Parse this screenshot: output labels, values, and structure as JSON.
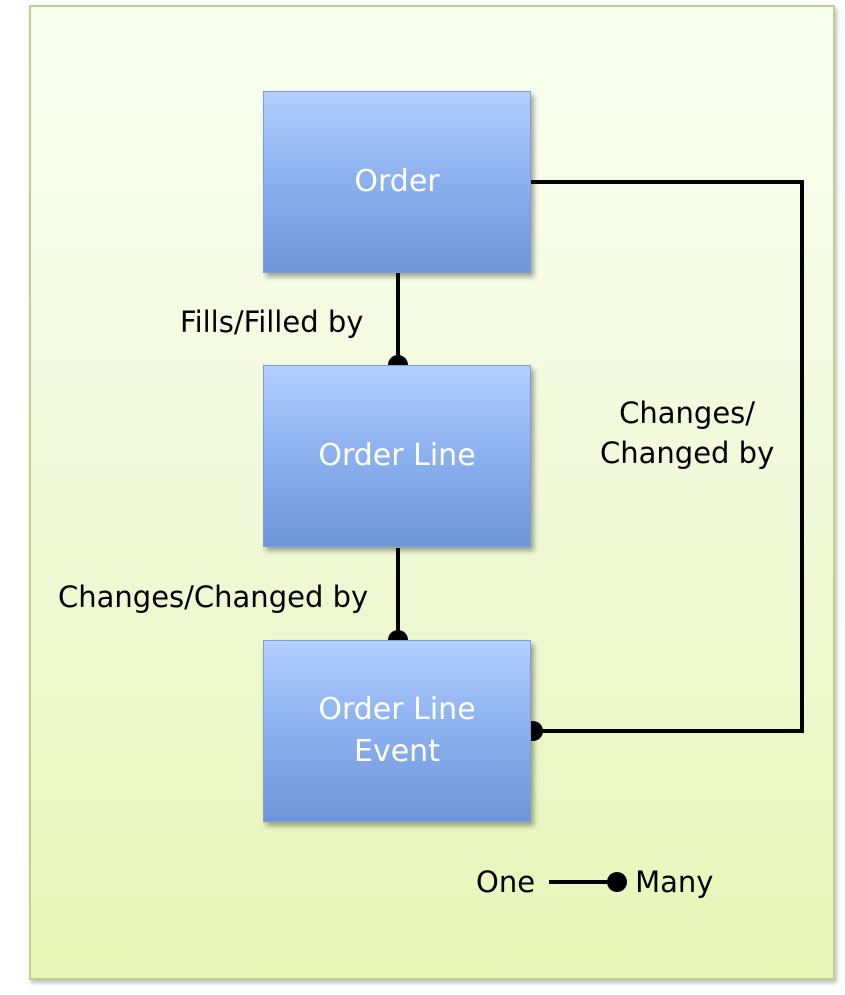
{
  "entities": {
    "order": "Order",
    "order_line": "Order Line",
    "order_line_event": "Order Line\nEvent"
  },
  "relationships": {
    "order_to_order_line": "Fills/Filled by",
    "order_line_to_event": "Changes/Changed by",
    "order_to_event": "Changes/\nChanged by"
  },
  "legend": {
    "one": "One",
    "many": "Many"
  },
  "colors": {
    "entity_fill": "#8eb3f0",
    "panel_fill": "#f1f9d9",
    "line": "#000000"
  }
}
